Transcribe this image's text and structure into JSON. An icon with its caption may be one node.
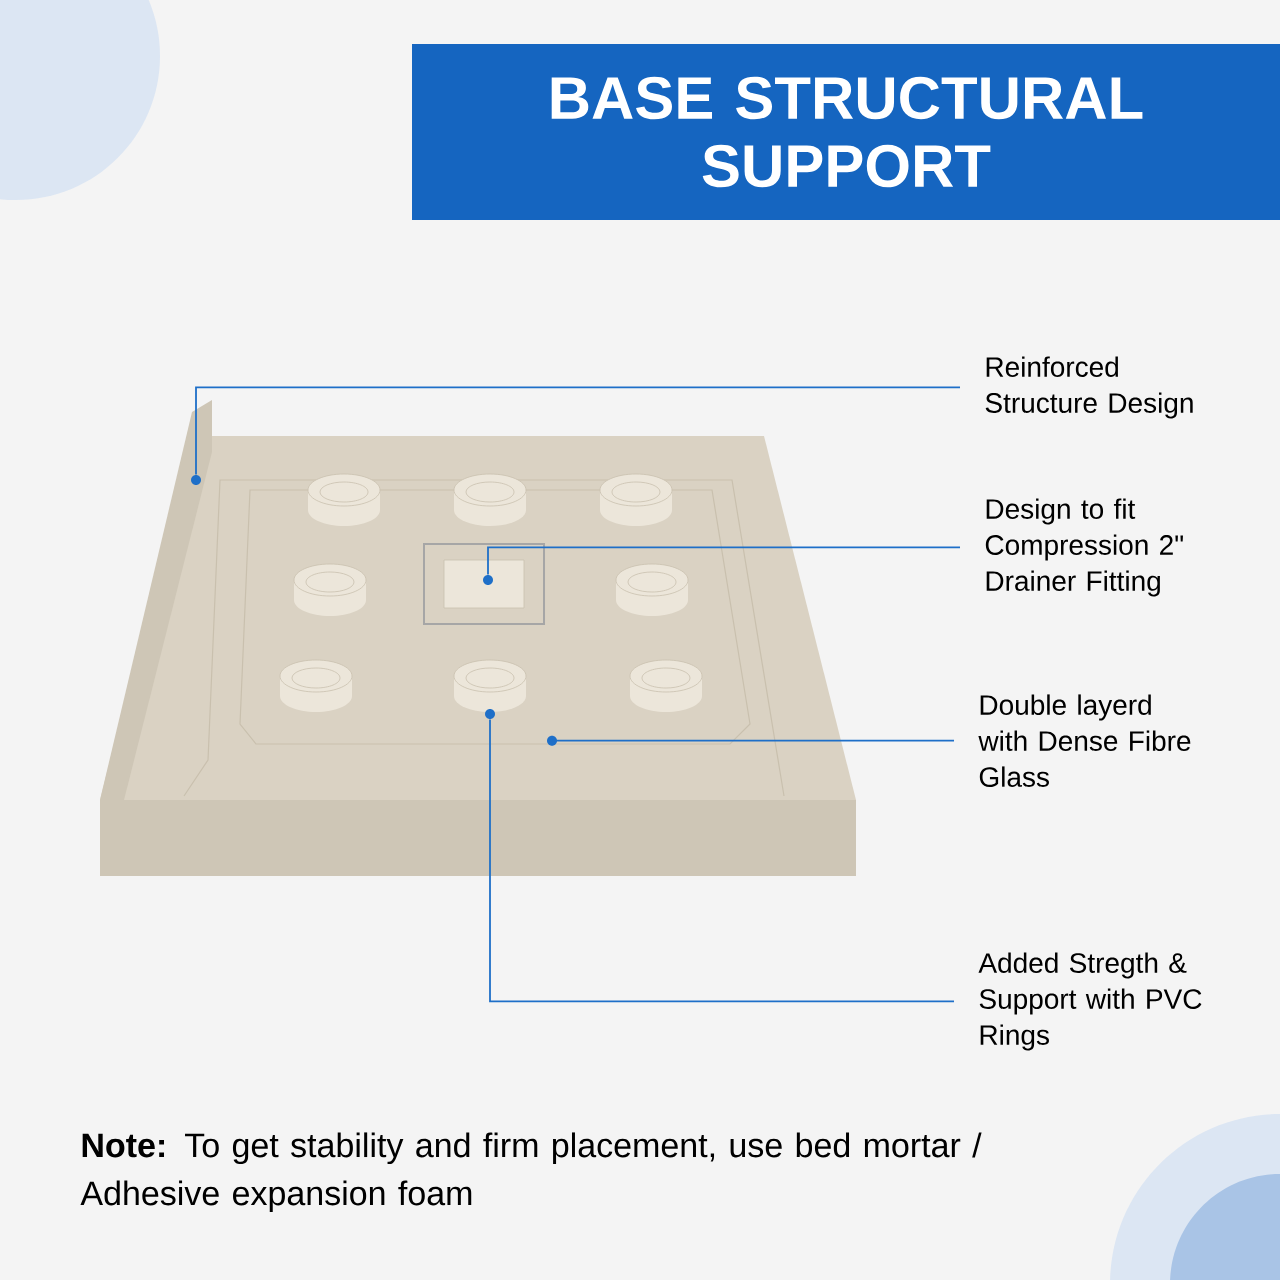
{
  "diagram": {
    "title": "BASE STRUCTURAL SUPPORT",
    "nodes": [
      {
        "text": [
          "Reinforced Structure Design"
        ]
      },
      {
        "text": [
          "Design to fit Compression 2\" Drainer Fitting"
        ]
      },
      {
        "text": [
          "Double layerd with Dense Fibre Glass"
        ]
      },
      {
        "text": [
          "Added Stregth & Support with PVC Rings"
        ]
      },
      {
        "text": [],
        "shape": "circle"
      },
      {
        "text": [],
        "shape": "circle"
      },
      {
        "text": [],
        "shape": "circle"
      },
      {
        "text": [],
        "shape": "circle"
      }
    ],
    "edges": [
      {
        "from": 0,
        "to": 4,
        "arrow": "none"
      },
      {
        "from": 1,
        "to": 5,
        "arrow": "none"
      },
      {
        "from": 2,
        "to": 7,
        "arrow": "none"
      },
      {
        "from": 3,
        "to": 6,
        "arrow": "none"
      }
    ],
    "labels": [
      "**Note:** To get stability and firm placement, use bed mortar / Adhesive expansion foam"
    ]
  }
}
